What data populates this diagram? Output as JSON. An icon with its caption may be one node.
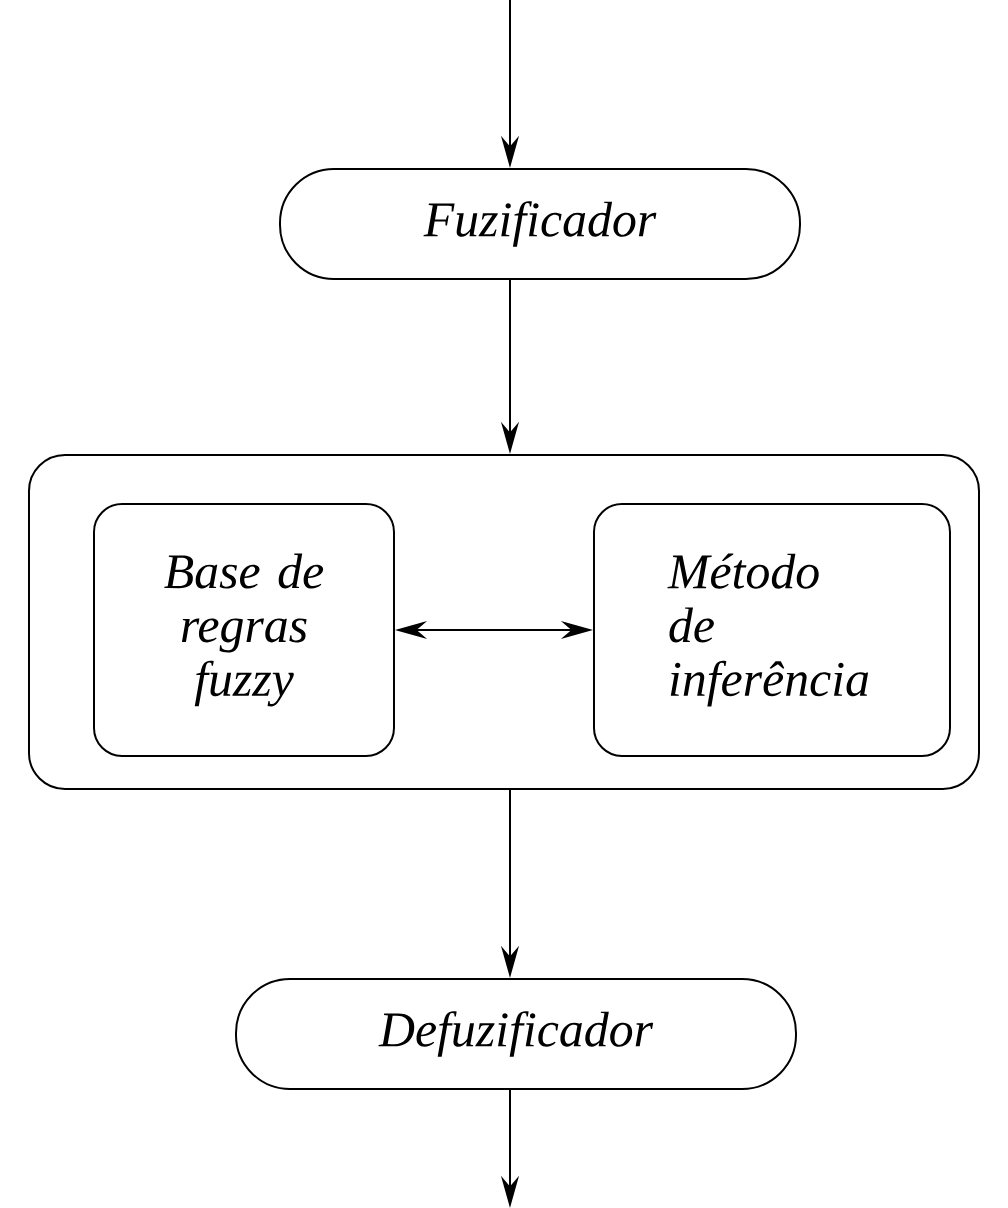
{
  "diagram": {
    "nodes": [
      {
        "text": [
          "Fuzificador"
        ]
      },
      {
        "text": [],
        "shape": "box"
      },
      {
        "text": [
          "Base de regras fuzzy"
        ],
        "in": 1
      },
      {
        "text": [
          "Método de inferência"
        ],
        "in": 1
      },
      {
        "text": [
          "Defuzificador"
        ]
      }
    ],
    "edges": [
      {
        "from": null,
        "to": 0,
        "arrow": "to"
      },
      {
        "from": 0,
        "to": 1,
        "arrow": "to"
      },
      {
        "from": 2,
        "to": 3,
        "arrow": "both"
      },
      {
        "from": 1,
        "to": 4,
        "arrow": "to"
      },
      {
        "from": 4,
        "to": null,
        "arrow": "to"
      }
    ]
  }
}
